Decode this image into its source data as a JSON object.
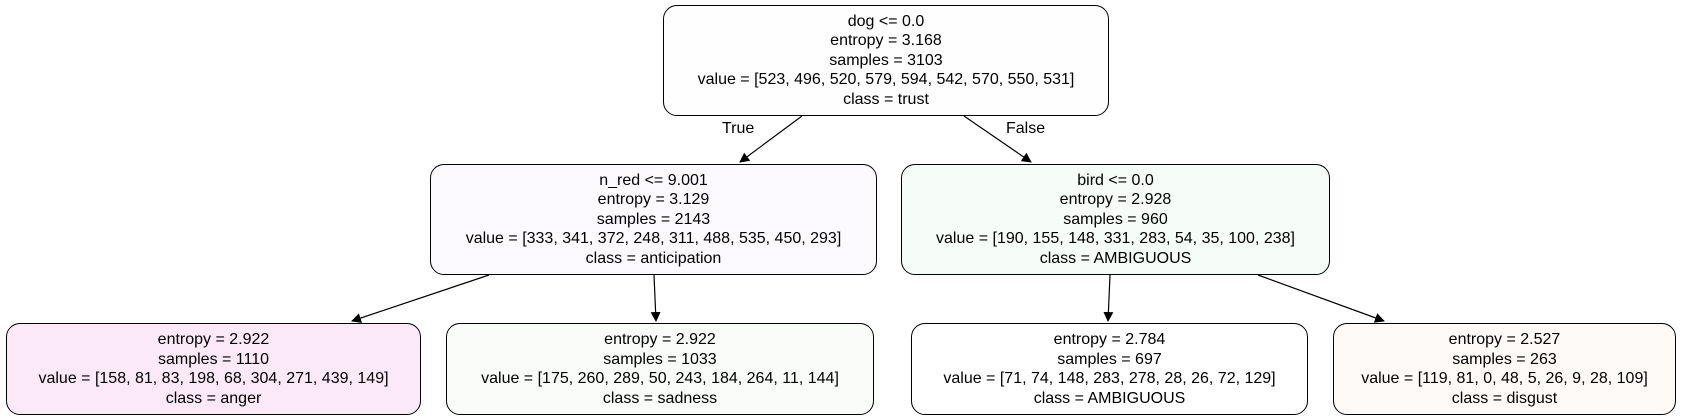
{
  "colors": {
    "root_fill": "#fefefe",
    "left_fill": "#fcfaff",
    "right_fill": "#f6fcf8",
    "ll_fill": "#fbe9f8",
    "lr_fill": "#fafcf9",
    "rl_fill": "#ffffff",
    "rr_fill": "#fefaf8",
    "border": "#000000",
    "edge": "#000000"
  },
  "edges": {
    "true_label": "True",
    "false_label": "False"
  },
  "nodes": {
    "root": {
      "split": "dog <= 0.0",
      "entropy": "entropy = 3.168",
      "samples": "samples = 3103",
      "value": "value = [523, 496, 520, 579, 594, 542, 570, 550, 531]",
      "class": "class = trust"
    },
    "left": {
      "split": "n_red <= 9.001",
      "entropy": "entropy = 3.129",
      "samples": "samples = 2143",
      "value": "value = [333, 341, 372, 248, 311, 488, 535, 450, 293]",
      "class": "class = anticipation"
    },
    "right": {
      "split": "bird <= 0.0",
      "entropy": "entropy = 2.928",
      "samples": "samples = 960",
      "value": "value = [190, 155, 148, 331, 283, 54, 35, 100, 238]",
      "class": "class = AMBIGUOUS"
    },
    "ll": {
      "entropy": "entropy = 2.922",
      "samples": "samples = 1110",
      "value": "value = [158, 81, 83, 198, 68, 304, 271, 439, 149]",
      "class": "class = anger"
    },
    "lr": {
      "entropy": "entropy = 2.922",
      "samples": "samples = 1033",
      "value": "value = [175, 260, 289, 50, 243, 184, 264, 11, 144]",
      "class": "class = sadness"
    },
    "rl": {
      "entropy": "entropy = 2.784",
      "samples": "samples = 697",
      "value": "value = [71, 74, 148, 283, 278, 28, 26, 72, 129]",
      "class": "class = AMBIGUOUS"
    },
    "rr": {
      "entropy": "entropy = 2.527",
      "samples": "samples = 263",
      "value": "value = [119, 81, 0, 48, 5, 26, 9, 28, 109]",
      "class": "class = disgust"
    }
  }
}
